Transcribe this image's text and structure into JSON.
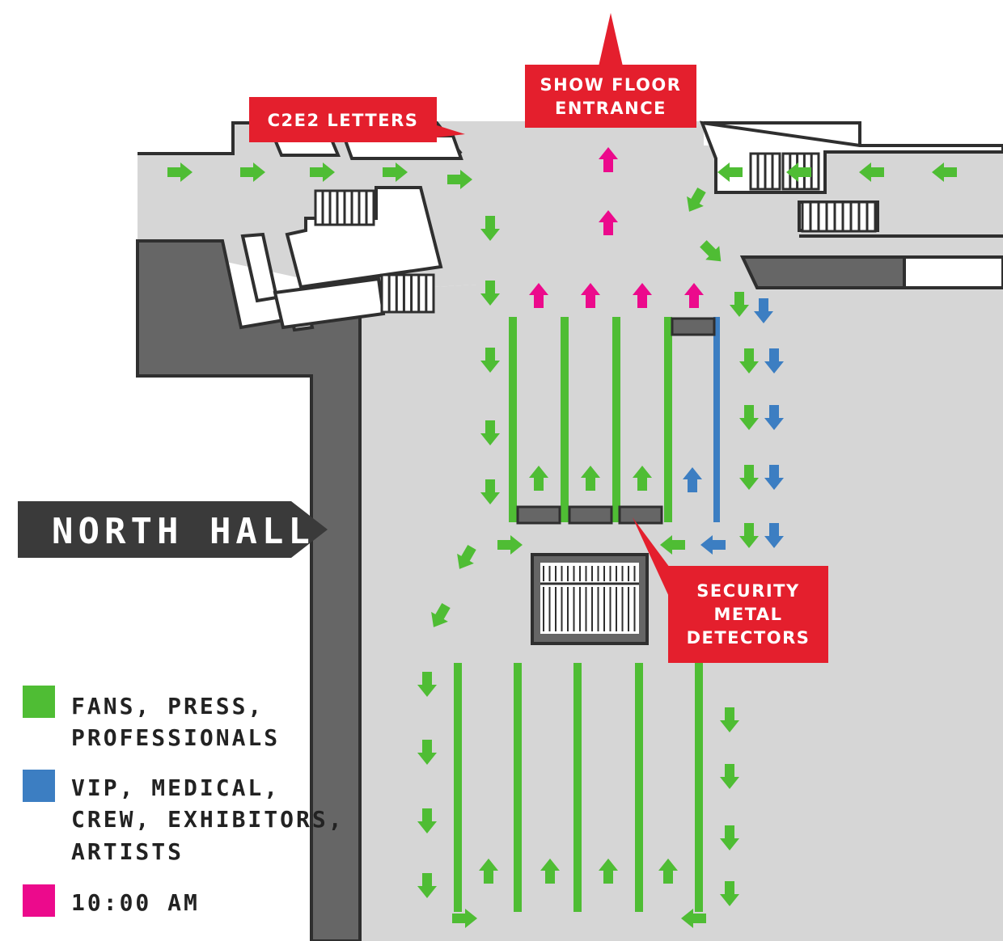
{
  "colors": {
    "floor": "#d6d6d6",
    "wall": "#666666",
    "outline": "#2f2f2f",
    "callout": "#e41f2d",
    "hall_tag": "#3a3a3a",
    "fans_press_professionals": "#4fbd34",
    "vip_medical_crew_exhibitors_artists": "#3c7ec2",
    "ten_am": "#ec0a8c"
  },
  "callouts": {
    "c2e2_letters": [
      "C2E2 LETTERS"
    ],
    "show_floor_entrance": [
      "SHOW FLOOR",
      "ENTRANCE"
    ],
    "security_metal_detectors": [
      "SECURITY",
      "METAL",
      "DETECTORS"
    ]
  },
  "hall_label": "NORTH HALL",
  "legend": [
    {
      "key": "fans_press_professionals",
      "lines": [
        "FANS, PRESS,",
        "PROFESSIONALS"
      ],
      "color": "#4fbd34"
    },
    {
      "key": "vip_medical_crew_exhibitors_artists",
      "lines": [
        "VIP, MEDICAL,",
        "CREW, EXHIBITORS,",
        "ARTISTS"
      ],
      "color": "#3c7ec2"
    },
    {
      "key": "ten_am",
      "lines": [
        "10:00 AM"
      ],
      "color": "#ec0a8c"
    }
  ],
  "icons": {
    "entrance": "up-pointer-icon",
    "stairs": "stairs-icon",
    "arrow": "direction-arrow-icon"
  }
}
